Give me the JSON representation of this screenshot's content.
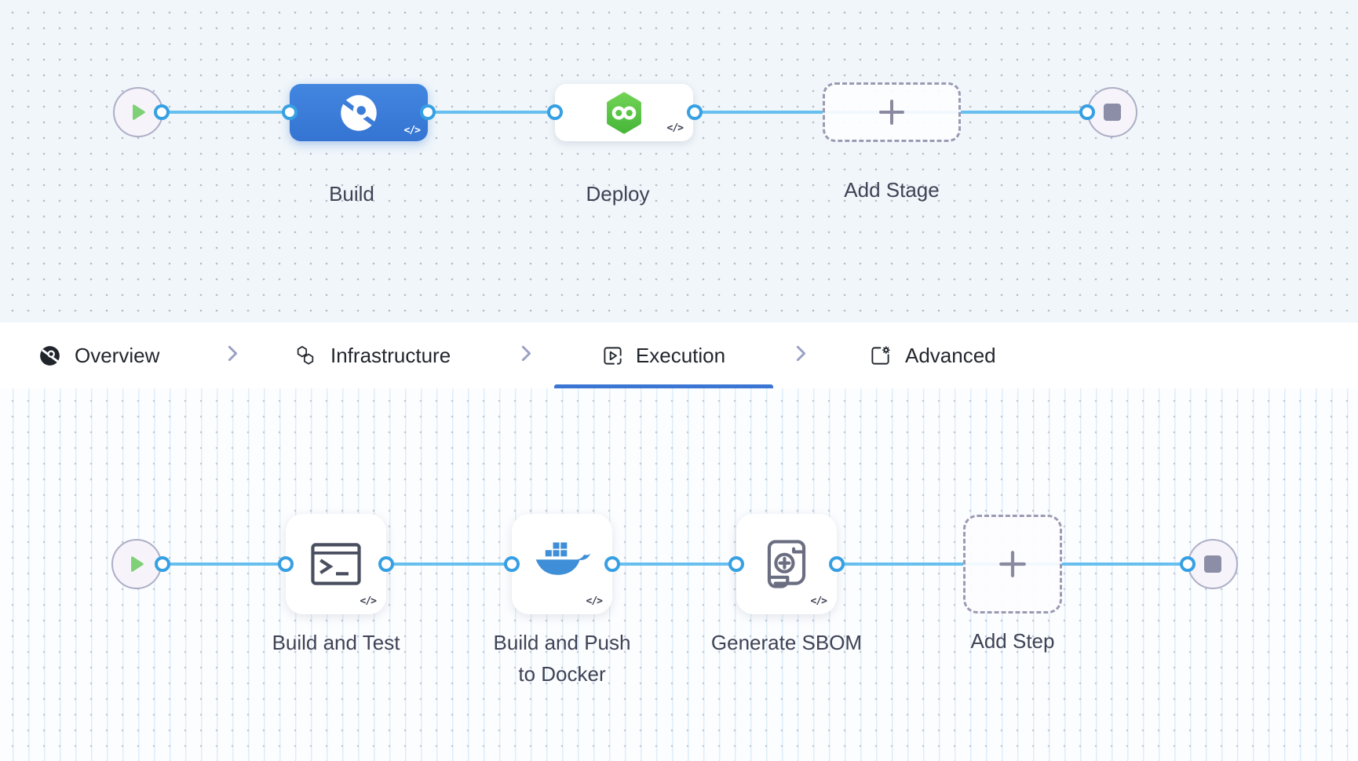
{
  "pipeline_tabs": {
    "items": [
      {
        "label": "Overview",
        "icon": "stage-overview-icon",
        "active": false
      },
      {
        "label": "Infrastructure",
        "icon": "infrastructure-icon",
        "active": false
      },
      {
        "label": "Execution",
        "icon": "execution-icon",
        "active": true
      },
      {
        "label": "Advanced",
        "icon": "advanced-icon",
        "active": false
      }
    ],
    "separator_icon": "chevron-right-icon"
  },
  "stage_canvas": {
    "start_node_icon": "play-icon",
    "end_node_icon": "stop-icon",
    "stages": [
      {
        "label": "Build",
        "icon": "ci-build-icon",
        "selected": true,
        "code_toggle": "</>"
      },
      {
        "label": "Deploy",
        "icon": "cd-deploy-icon",
        "selected": false,
        "code_toggle": "</>"
      },
      {
        "label": "Add Stage",
        "icon": "plus-icon",
        "type": "add"
      }
    ]
  },
  "step_canvas": {
    "start_node_icon": "play-icon",
    "end_node_icon": "stop-icon",
    "steps": [
      {
        "label": "Build and Test",
        "icon": "terminal-run-icon",
        "code_toggle": "</>"
      },
      {
        "label": "Build and Push to Docker",
        "icon": "docker-icon",
        "code_toggle": "</>"
      },
      {
        "label": "Generate SBOM",
        "icon": "sbom-scroll-icon",
        "code_toggle": "</>"
      },
      {
        "label": "Add Step",
        "icon": "plus-icon",
        "type": "add"
      }
    ]
  },
  "colors": {
    "selected_stage_blue": "#3b7dd8",
    "connector_line_blue": "#66bfee",
    "port_ring_blue": "#37a0e3",
    "active_tab_underline": "#3b76d3",
    "cd_green": "#5bc043",
    "docker_blue": "#3e8ed8",
    "play_green": "#7fd077",
    "stop_gray": "#8b8ea6",
    "canvas_top_bg": "#f0f6fa",
    "canvas_bottom_bg": "#fcfdff"
  }
}
